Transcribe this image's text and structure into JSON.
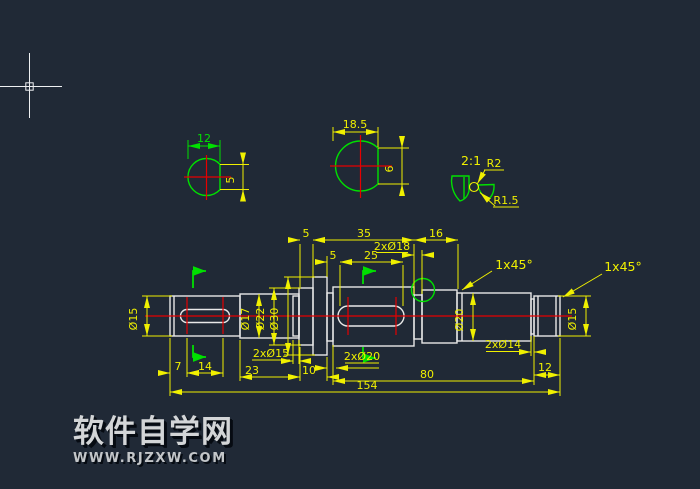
{
  "app": {
    "type": "cad-model-space",
    "colors": {
      "background": "#202936",
      "outline": "#e8e8e8",
      "dimension_yellow": "#f0f000",
      "dimension_green": "#00e000",
      "centerline_red": "#e60000",
      "watermark_gray": "#d3d5d7"
    }
  },
  "section_view_a": {
    "width_dim": "12",
    "key_width_dim": "5"
  },
  "section_view_b": {
    "width_dim": "18.5",
    "key_width_dim": "6"
  },
  "detail_view": {
    "scale": "2:1",
    "radius_outer": "R2",
    "radius_inner": "R1.5"
  },
  "front_view": {
    "top_dims": {
      "ring_width": "5",
      "mid_section": "35",
      "right_section": "16",
      "groove_dia": "2xØ18",
      "key_offset": "5",
      "key_length": "25"
    },
    "diameters": {
      "left_end": "Ø15",
      "step_17": "Ø17",
      "step_22": "Ø22",
      "flange_30": "Ø30",
      "right_step": "Ø20",
      "right_end": "Ø15"
    },
    "grooves": {
      "left": "2xØ15",
      "middle": "2xØ20",
      "right": "2xØ14"
    },
    "chamfer_left": "1x45°",
    "chamfer_right": "1x45°",
    "bottom_dims": {
      "key_offset": "7",
      "key_length": "14",
      "section_23": "23",
      "section_10": "10",
      "section_80": "80",
      "section_12": "12",
      "total_length": "154"
    }
  },
  "watermark": {
    "title": "软件自学网",
    "url": "WWW.RJZXW.COM"
  }
}
